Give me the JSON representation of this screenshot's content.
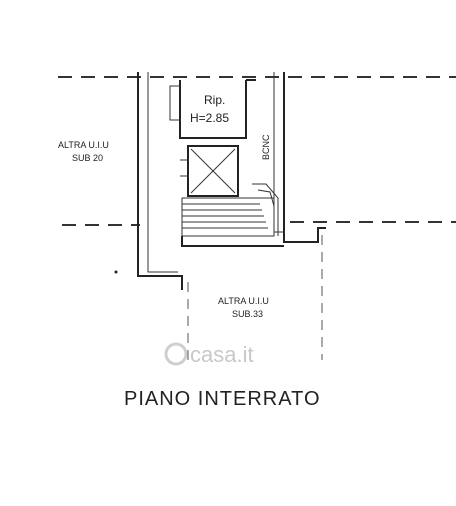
{
  "labels": {
    "rip_line1": "Rip.",
    "rip_line2": "H=2.85",
    "bcnc": "BCNC",
    "left_unit_line1": "ALTRA U.I.U",
    "left_unit_line2": "SUB 20",
    "bottom_unit_line1": "ALTRA U.I.U",
    "bottom_unit_line2": "SUB.33",
    "plan_title": "PIANO INTERRATO"
  },
  "watermark": {
    "text": "casa.it"
  }
}
